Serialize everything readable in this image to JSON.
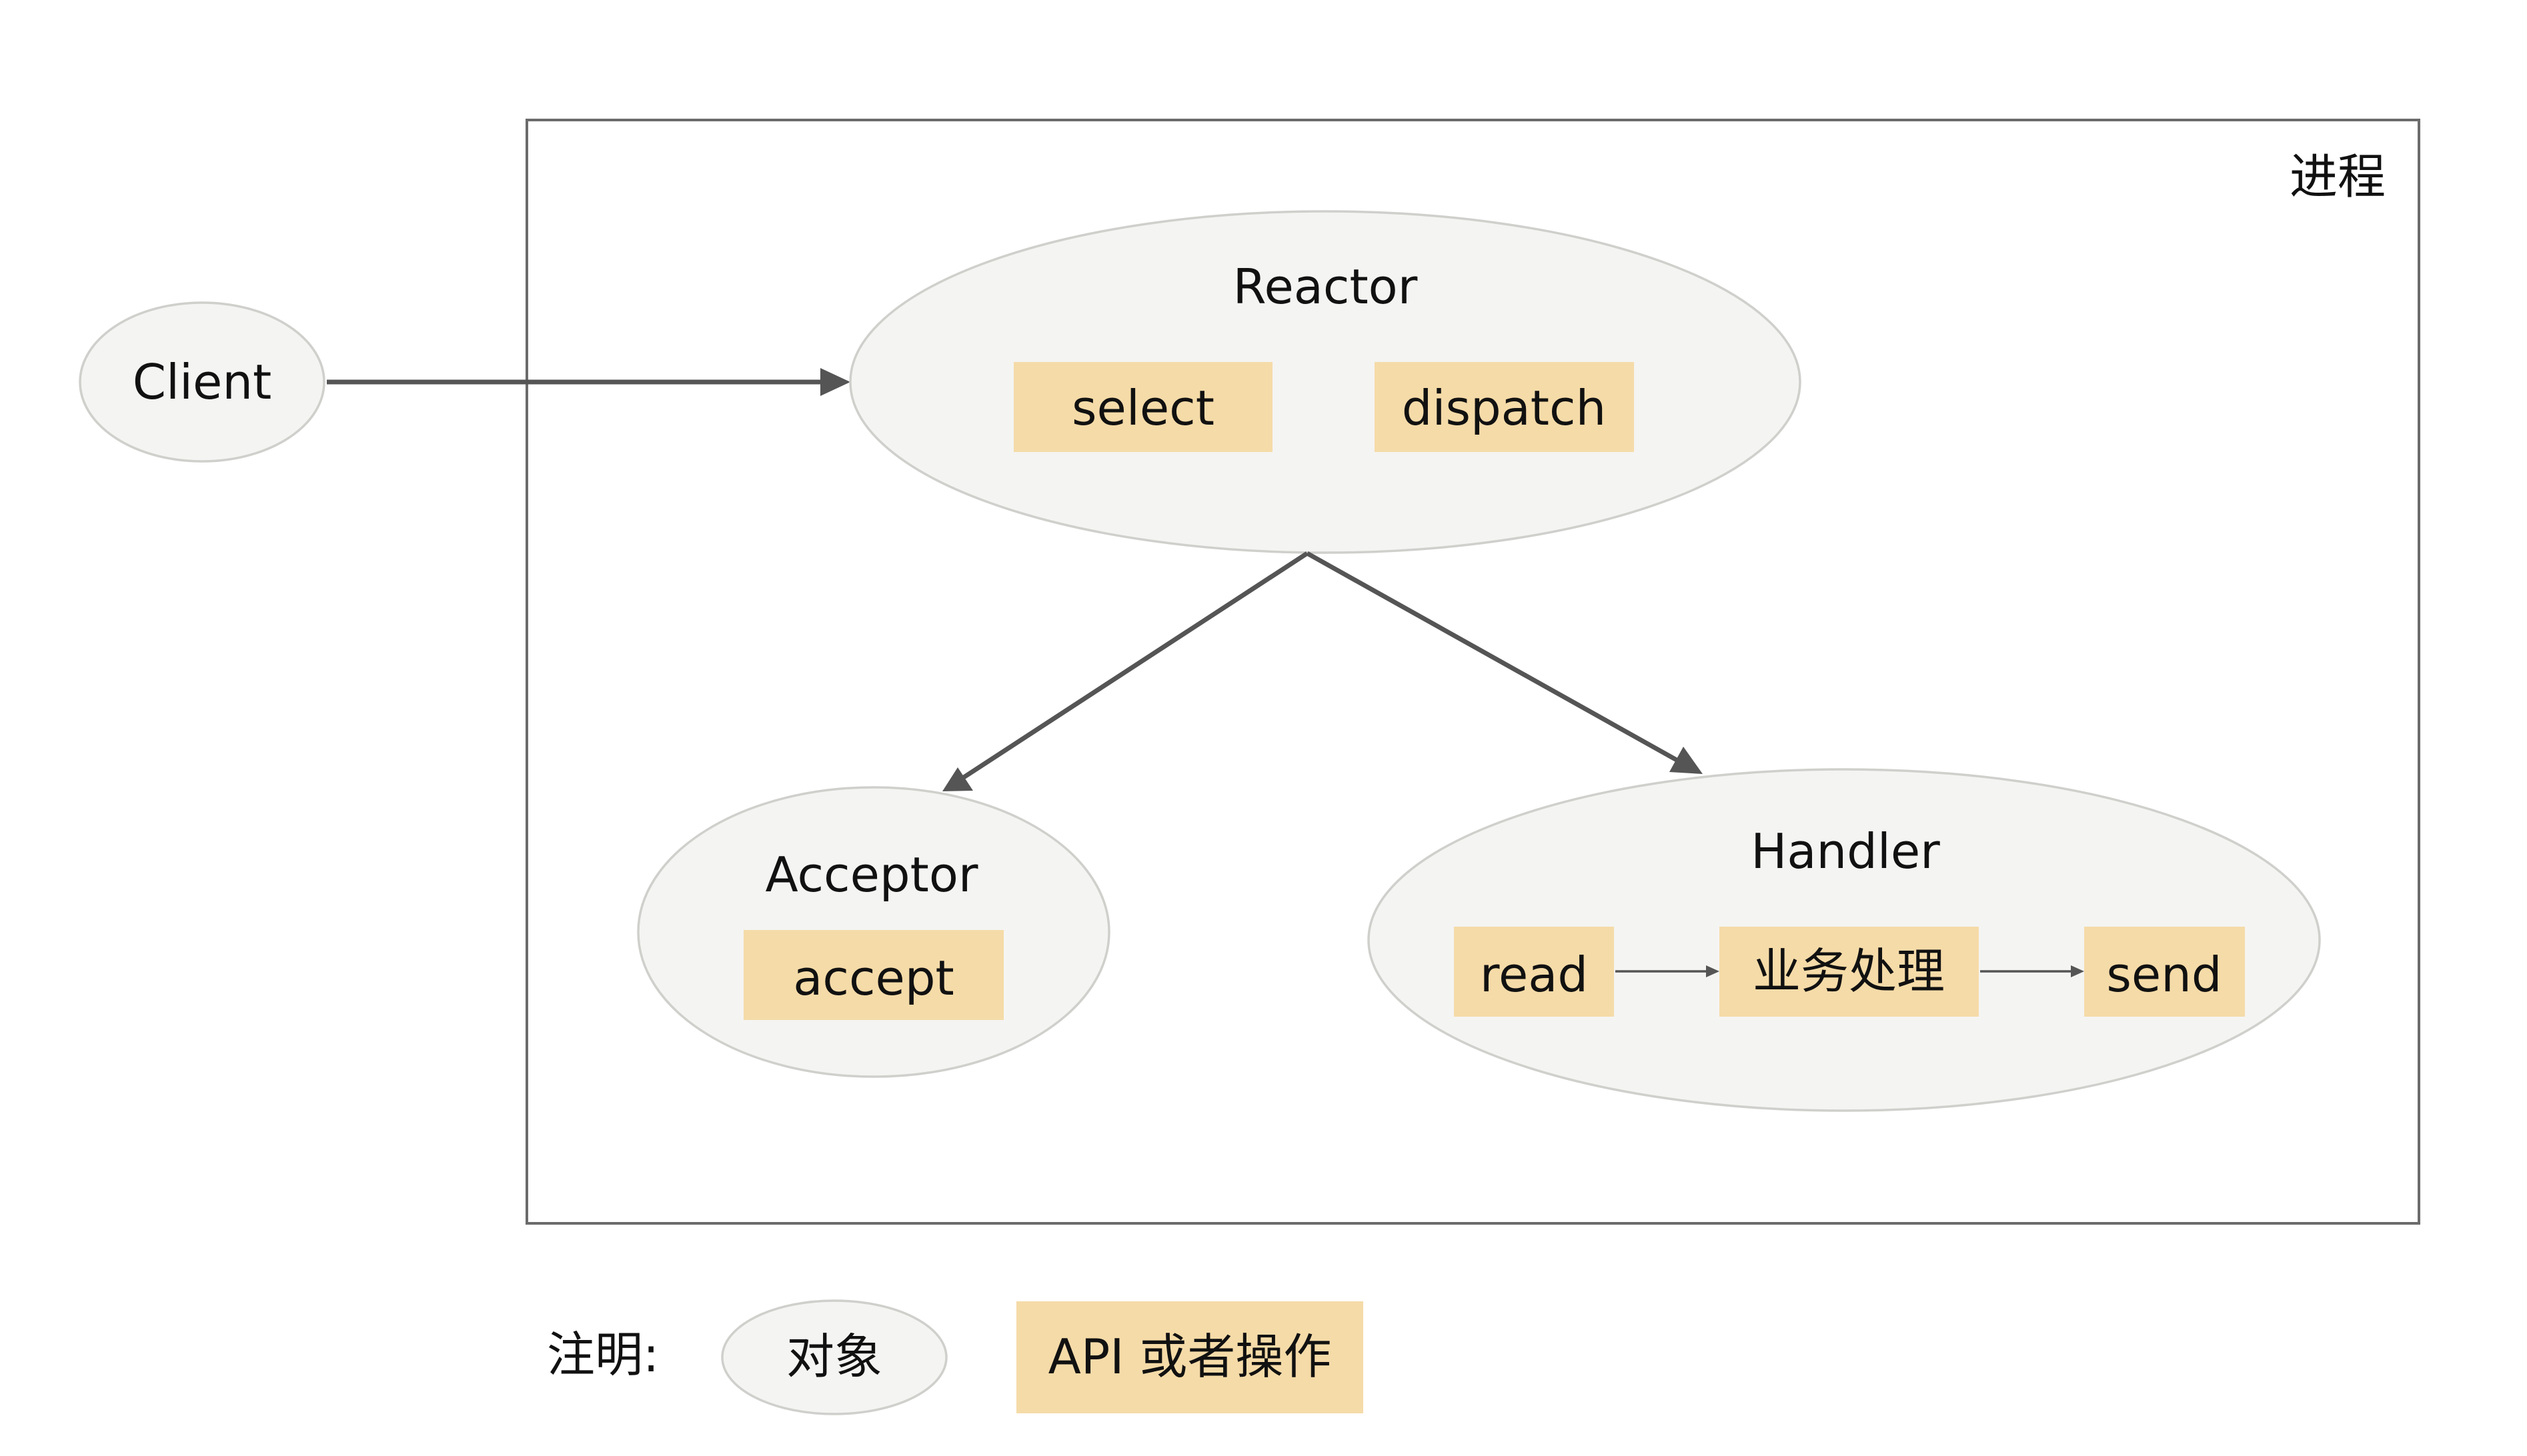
{
  "process": {
    "label": "进程"
  },
  "client": {
    "label": "Client"
  },
  "reactor": {
    "label": "Reactor",
    "ops": [
      "select",
      "dispatch"
    ]
  },
  "acceptor": {
    "label": "Acceptor",
    "ops": [
      "accept"
    ]
  },
  "handler": {
    "label": "Handler",
    "ops": [
      "read",
      "业务处理",
      "send"
    ]
  },
  "legend": {
    "prefix": "注明:",
    "object_label": "对象",
    "api_label": "API 或者操作"
  },
  "colors": {
    "object_fill": "#f4f4f2",
    "object_stroke": "#cfcfcc",
    "api_fill": "#f5dba8",
    "arrow": "#555555",
    "frame": "#6b6b6b"
  }
}
